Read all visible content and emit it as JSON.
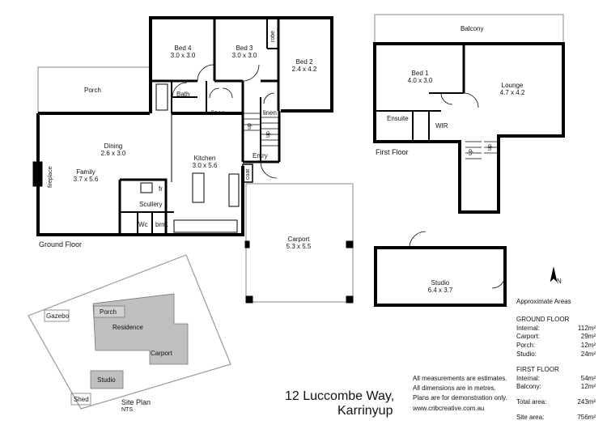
{
  "floor_labels": {
    "ground": "Ground Floor",
    "first": "First Floor"
  },
  "rooms": {
    "bed4": {
      "name": "Bed 4",
      "size": "3.0 x 3.0"
    },
    "bed3": {
      "name": "Bed 3",
      "size": "3.0 x 3.0"
    },
    "bed2": {
      "name": "Bed 2",
      "size": "2.4 x 4.2"
    },
    "robe": "robe",
    "bath": "Bath",
    "linen1": "linen",
    "linen2": "linen",
    "porch": "Porch",
    "dining": {
      "name": "Dining",
      "size": "2.6 x 3.0"
    },
    "family": {
      "name": "Family",
      "size": "3.7 x 5.6"
    },
    "fireplace": "fireplace",
    "kitchen": {
      "name": "Kitchen",
      "size": "3.0 x 5.6"
    },
    "fr": "fr",
    "scullery": "Scullery",
    "wc": "Wc",
    "brm": "brm.",
    "entry": "Entry",
    "coat": "coat",
    "up1": "up",
    "up2": "up",
    "carport": {
      "name": "Carport",
      "size": "5.3 x 5.5"
    },
    "balcony": "Balcony",
    "bed1": {
      "name": "Bed 1",
      "size": "4.0 x 3.0"
    },
    "lounge": {
      "name": "Lounge",
      "size": "4.7 x 4.2"
    },
    "ensuite": "Ensuite",
    "wir": "WIR",
    "up3": "up",
    "up4": "up",
    "studio": {
      "name": "Studio",
      "size": "6.4 x 3.7"
    }
  },
  "site_plan": {
    "title": "Site Plan",
    "scale": "NTS",
    "labels": [
      "Gazebo",
      "Porch",
      "Residence",
      "Carport",
      "Studio",
      "Shed"
    ]
  },
  "compass": "N",
  "address": {
    "line1": "12 Luccombe Way,",
    "line2": "Karrinyup"
  },
  "notes": [
    "All measurements are estimates.",
    "All dimensions are in metres.",
    "Plans are for demonstration only.",
    "www.cribcreative.com.au"
  ],
  "areas": {
    "title": "Approximate Areas",
    "ground_title": "GROUND FLOOR",
    "ground": [
      {
        "label": "Internal:",
        "value": "112m²"
      },
      {
        "label": "Carport:",
        "value": "29m²"
      },
      {
        "label": "Porch:",
        "value": "12m²"
      },
      {
        "label": "Studio:",
        "value": "24m²"
      }
    ],
    "first_title": "FIRST FLOOR",
    "first": [
      {
        "label": "Internal:",
        "value": "54m²"
      },
      {
        "label": "Balcony:",
        "value": "12m²"
      }
    ],
    "total": {
      "label": "Total area:",
      "value": "243m²"
    },
    "site": {
      "label": "Site area:",
      "value": "756m²"
    }
  }
}
